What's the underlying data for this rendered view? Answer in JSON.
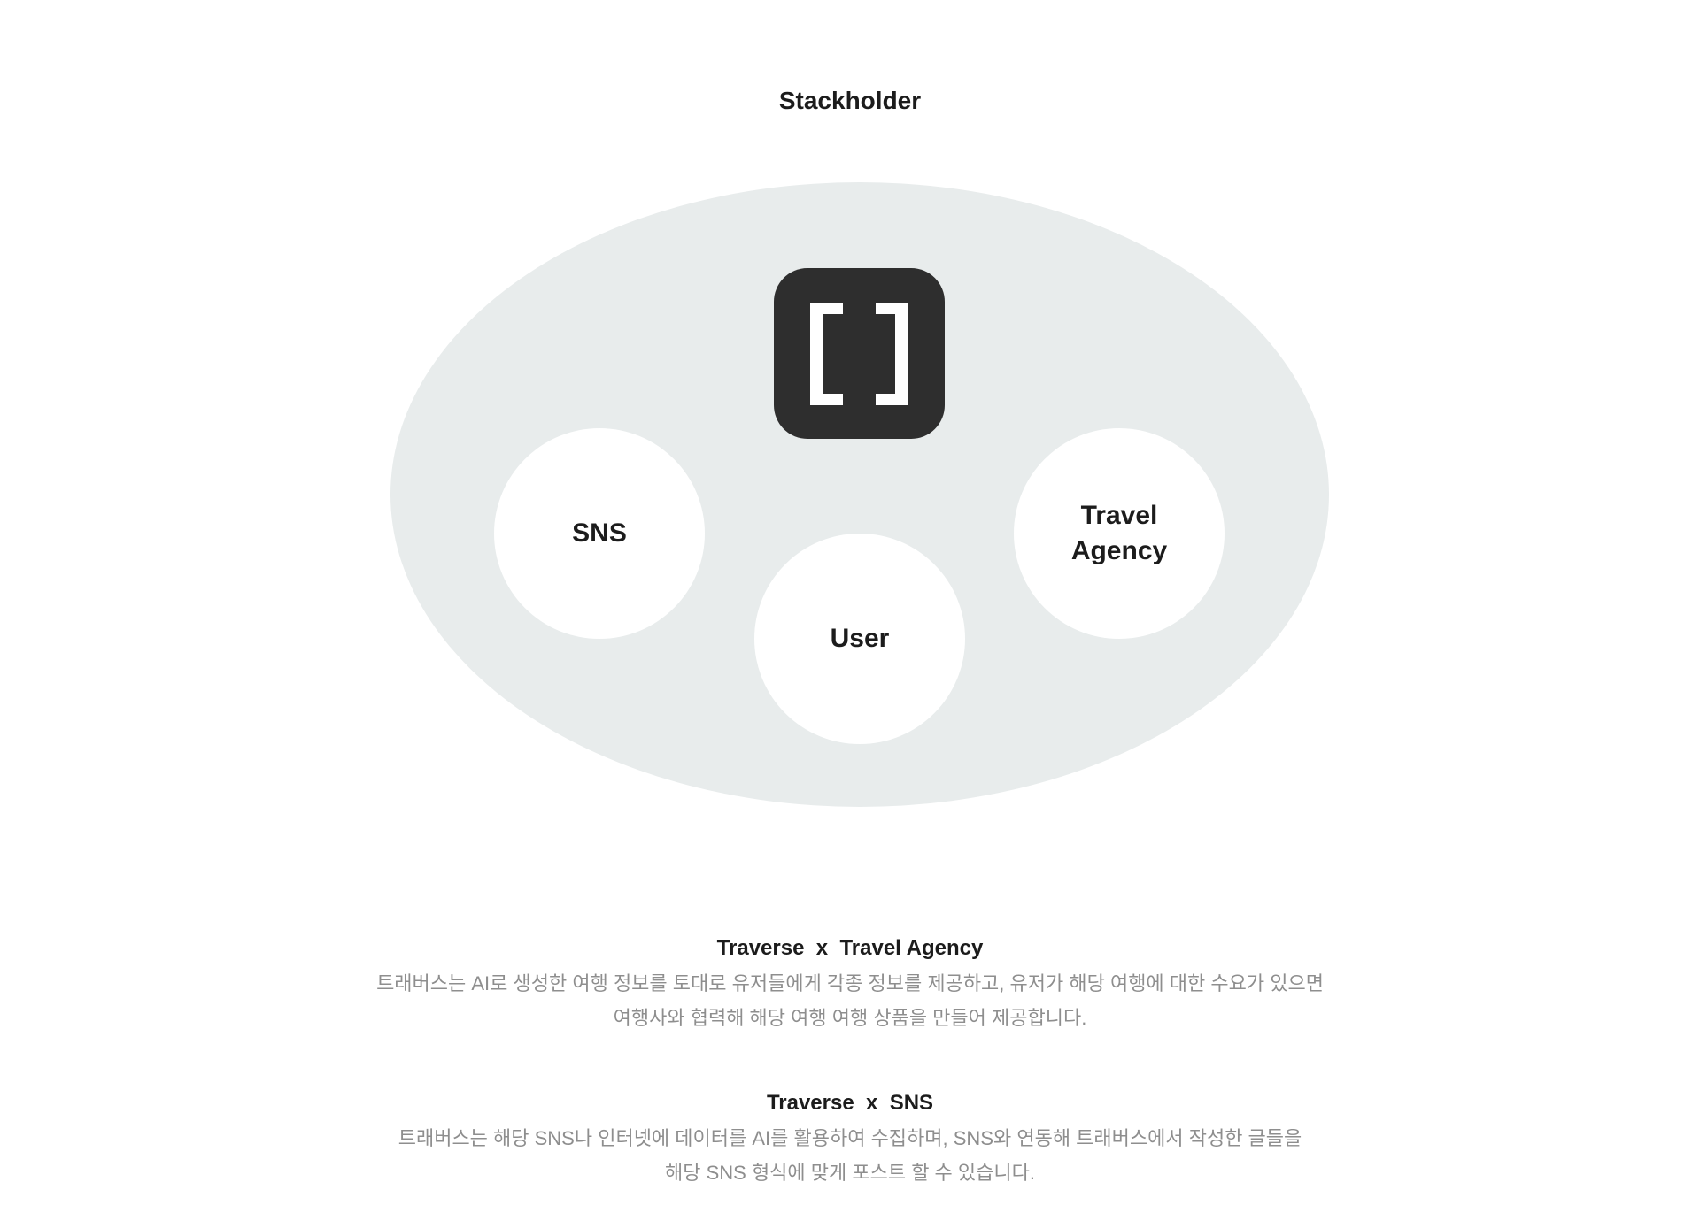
{
  "page": {
    "title": "Stackholder"
  },
  "diagram": {
    "hub_logo": "brackets-logo-icon",
    "colors": {
      "ecosystem_fill": "#e8ecec",
      "logo_tile": "#2e2e2e",
      "node_fill": "#ffffff"
    },
    "nodes": {
      "sns": "SNS",
      "travel_agency": "Travel Agency",
      "user": "User"
    }
  },
  "sections": [
    {
      "heading": "Traverse  x  Travel Agency",
      "lines": [
        "트래버스는 AI로 생성한 여행 정보를 토대로 유저들에게 각종 정보를 제공하고, 유저가 해당 여행에 대한 수요가 있으면",
        "여행사와 협력해 해당 여행 여행 상품을 만들어 제공합니다."
      ]
    },
    {
      "heading": "Traverse  x  SNS",
      "lines": [
        "트래버스는 해당 SNS나 인터넷에 데이터를 AI를 활용하여 수집하며, SNS와 연동해 트래버스에서 작성한 글들을",
        "해당 SNS 형식에 맞게 포스트 할 수 있습니다."
      ]
    }
  ]
}
